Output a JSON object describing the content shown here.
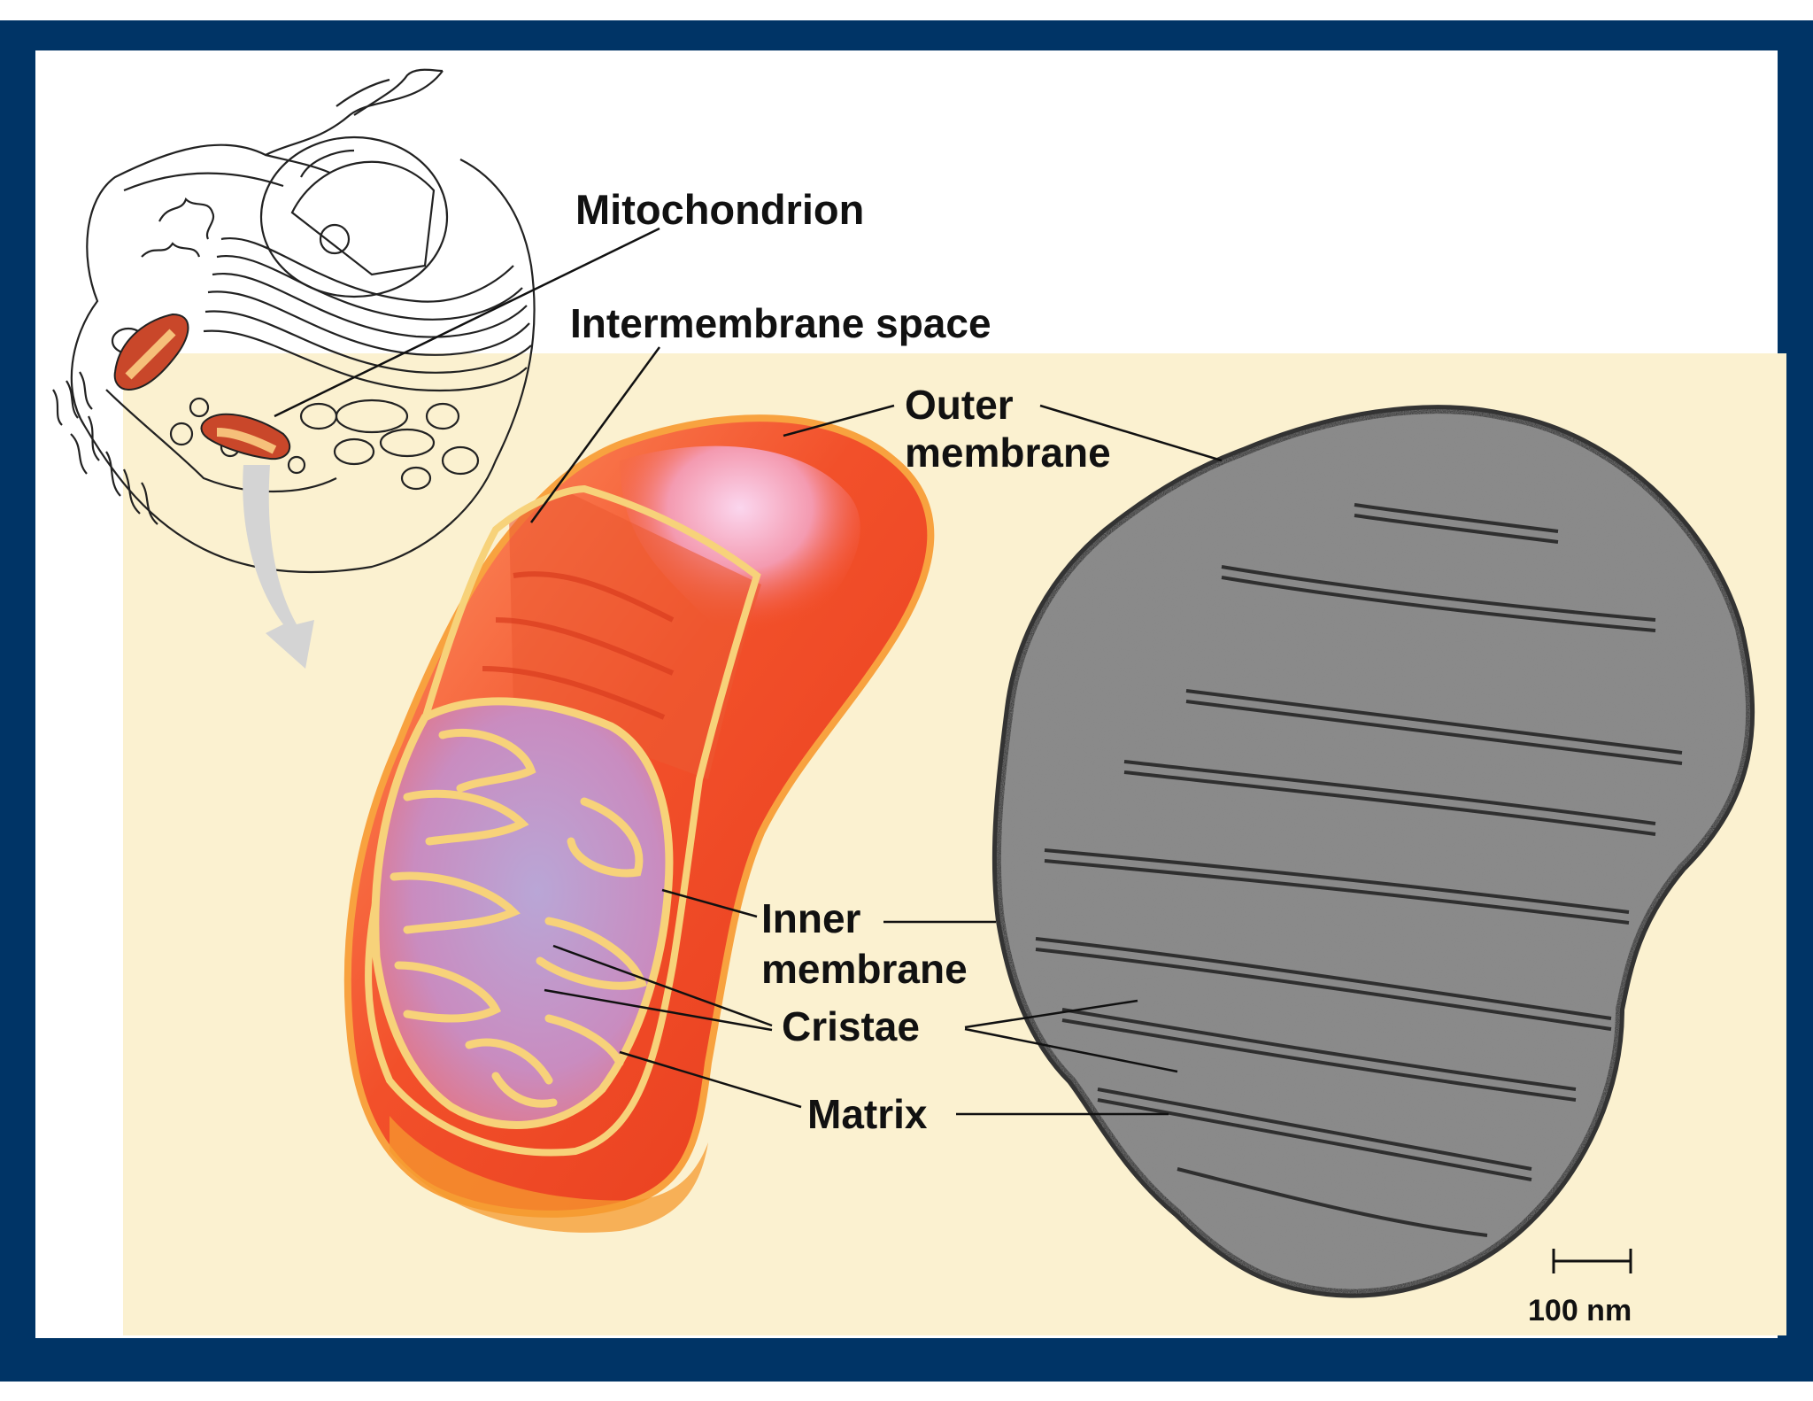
{
  "title": "Mitochondrion",
  "labels": {
    "intermembrane_space": "Intermembrane space",
    "outer_membrane_1": "Outer",
    "outer_membrane_2": "membrane",
    "inner_membrane_1": "Inner",
    "inner_membrane_2": "membrane",
    "cristae": "Cristae",
    "matrix": "Matrix",
    "scale_bar": "100 nm"
  },
  "colors": {
    "frame": "#003466",
    "background": "#fbf1d0",
    "mitochondrion": "#f2502a",
    "membrane_edge": "#f7d27a",
    "micrograph": "#7c7c7c"
  }
}
